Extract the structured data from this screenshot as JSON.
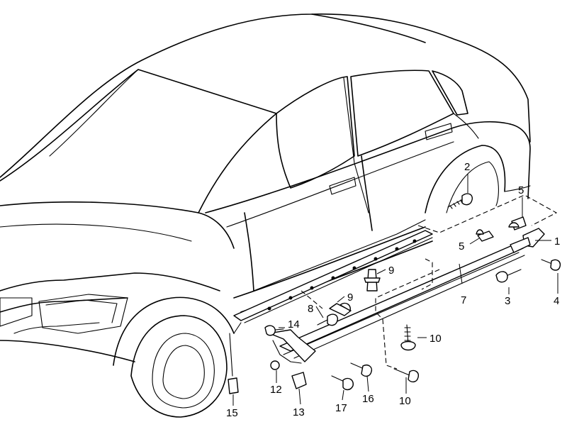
{
  "labels": [
    {
      "id": "1",
      "text": "1"
    },
    {
      "id": "2",
      "text": "2"
    },
    {
      "id": "3",
      "text": "3"
    },
    {
      "id": "4",
      "text": "4"
    },
    {
      "id": "5a",
      "text": "5"
    },
    {
      "id": "5b",
      "text": "5"
    },
    {
      "id": "7",
      "text": "7"
    },
    {
      "id": "8",
      "text": "8"
    },
    {
      "id": "9a",
      "text": "9"
    },
    {
      "id": "9b",
      "text": "9"
    },
    {
      "id": "10a",
      "text": "10"
    },
    {
      "id": "10b",
      "text": "10"
    },
    {
      "id": "12",
      "text": "12"
    },
    {
      "id": "13",
      "text": "13"
    },
    {
      "id": "14",
      "text": "14"
    },
    {
      "id": "15",
      "text": "15"
    },
    {
      "id": "16",
      "text": "16"
    },
    {
      "id": "17",
      "text": "17"
    }
  ]
}
